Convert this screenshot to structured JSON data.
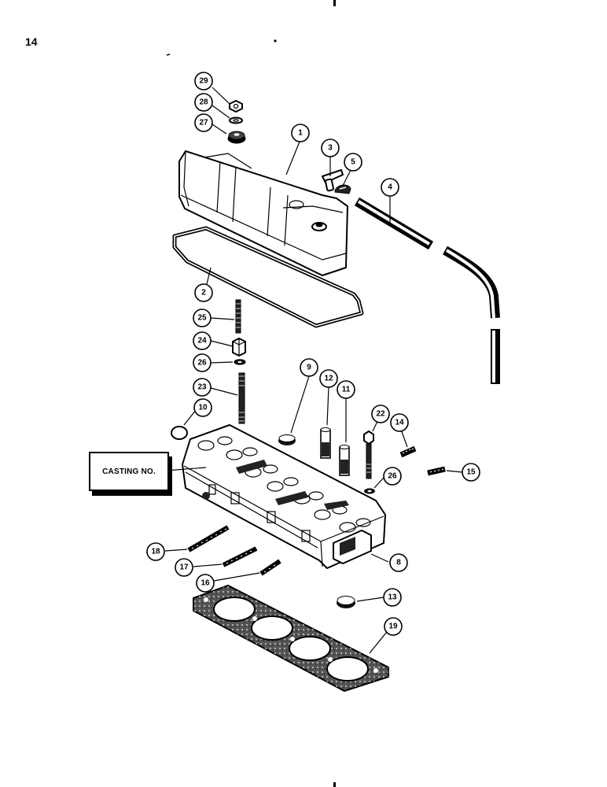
{
  "page": {
    "number": "14"
  },
  "labels": {
    "casting": "CASTING NO."
  },
  "callouts": [
    {
      "id": "c29",
      "text": "29"
    },
    {
      "id": "c28",
      "text": "28"
    },
    {
      "id": "c27",
      "text": "27"
    },
    {
      "id": "c1",
      "text": "1"
    },
    {
      "id": "c3",
      "text": "3"
    },
    {
      "id": "c5",
      "text": "5"
    },
    {
      "id": "c4",
      "text": "4"
    },
    {
      "id": "c2",
      "text": "2"
    },
    {
      "id": "c25",
      "text": "25"
    },
    {
      "id": "c24",
      "text": "24"
    },
    {
      "id": "c26a",
      "text": "26"
    },
    {
      "id": "c23",
      "text": "23"
    },
    {
      "id": "c10",
      "text": "10"
    },
    {
      "id": "c9",
      "text": "9"
    },
    {
      "id": "c12",
      "text": "12"
    },
    {
      "id": "c11",
      "text": "11"
    },
    {
      "id": "c22",
      "text": "22"
    },
    {
      "id": "c14",
      "text": "14"
    },
    {
      "id": "c15",
      "text": "15"
    },
    {
      "id": "c26b",
      "text": "26"
    },
    {
      "id": "c18",
      "text": "18"
    },
    {
      "id": "c17",
      "text": "17"
    },
    {
      "id": "c16",
      "text": "16"
    },
    {
      "id": "c8",
      "text": "8"
    },
    {
      "id": "c13",
      "text": "13"
    },
    {
      "id": "c19",
      "text": "19"
    }
  ]
}
